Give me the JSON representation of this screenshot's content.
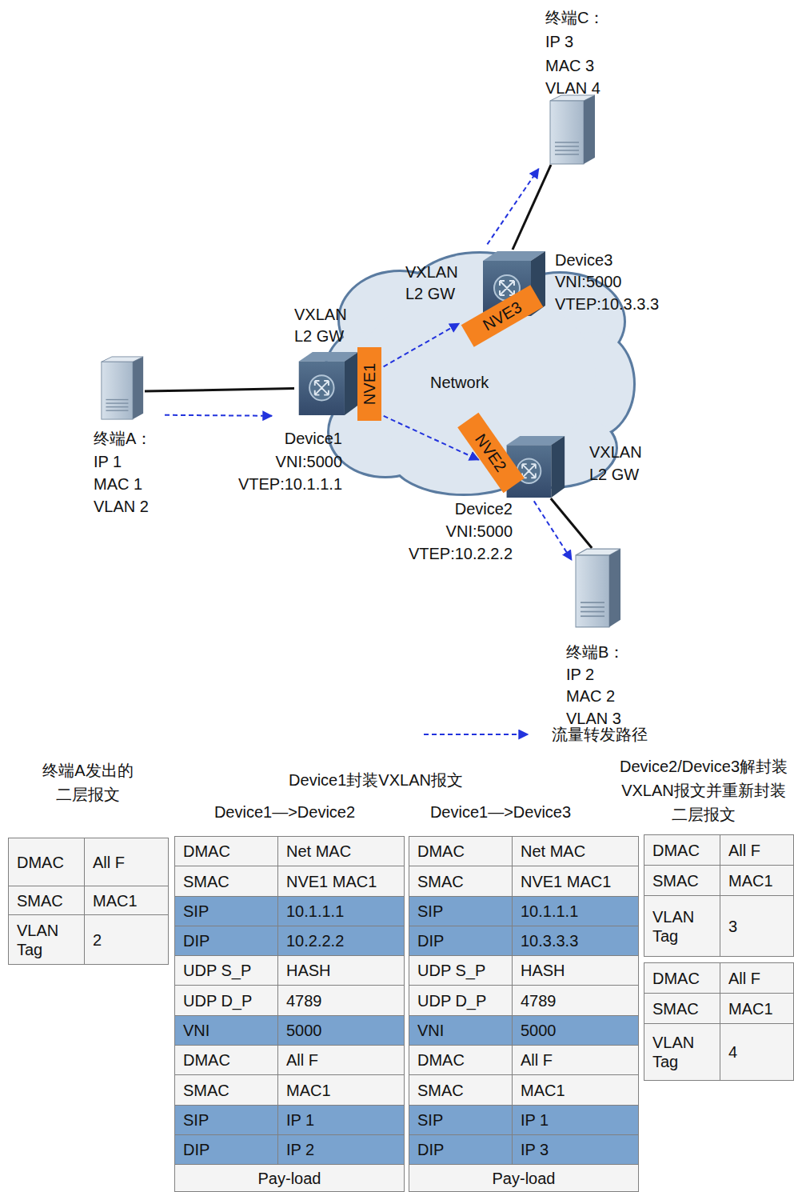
{
  "diagram": {
    "nodes": [
      {
        "text": [
          "终端C：",
          "IP 3",
          "MAC 3",
          "VLAN 4"
        ]
      },
      {
        "text": [
          "VXLAN",
          "L2 GW",
          "Device3",
          "VNI:5000",
          "VTEP:10.3.3.3"
        ]
      },
      {
        "text": [
          "NVE3"
        ]
      },
      {
        "text": [
          "VXLAN",
          "L2 GW",
          "Device1",
          "VNI:5000",
          "VTEP:10.1.1.1"
        ]
      },
      {
        "text": [
          "NVE1"
        ]
      },
      {
        "text": [
          "Network"
        ]
      },
      {
        "text": [
          "终端A：",
          "IP 1",
          "MAC 1",
          "VLAN 2"
        ]
      },
      {
        "text": [
          "NVE2"
        ]
      },
      {
        "text": [
          "VXLAN",
          "L2 GW",
          "Device2",
          "VNI:5000",
          "VTEP:10.2.2.2"
        ]
      },
      {
        "text": [
          "终端B：",
          "IP 2",
          "MAC 2",
          "VLAN 3"
        ]
      }
    ],
    "edges": [
      {
        "from": 6,
        "to": 3,
        "arrow": "none"
      },
      {
        "from": 6,
        "to": 3,
        "arrow": "to"
      },
      {
        "from": 4,
        "to": 2,
        "arrow": "to"
      },
      {
        "from": 4,
        "to": 7,
        "arrow": "to"
      },
      {
        "from": 1,
        "to": 0,
        "arrow": "none"
      },
      {
        "from": 1,
        "to": 0,
        "arrow": "to"
      },
      {
        "from": 8,
        "to": 9,
        "arrow": "none"
      },
      {
        "from": 8,
        "to": 9,
        "arrow": "to"
      }
    ],
    "labels": [
      "终端A发出的 二层报文",
      "Device1封装VXLAN报文",
      "Device1—>Device2",
      "Device1—>Device3",
      "Device2/Device3解封装 VXLAN报文并重新封装 二层报文",
      "DMAC",
      "All F",
      "SMAC",
      "MAC1",
      "VLAN Tag",
      "2",
      "DMAC",
      "Net MAC",
      "SMAC",
      "NVE1 MAC1",
      "SIP",
      "10.1.1.1",
      "DIP",
      "10.2.2.2",
      "UDP S_P",
      "HASH",
      "UDP D_P",
      "4789",
      "VNI",
      "5000",
      "DMAC",
      "All F",
      "SMAC",
      "MAC1",
      "SIP",
      "IP 1",
      "DIP",
      "IP 2",
      "Pay-load",
      "DMAC",
      "Net MAC",
      "SMAC",
      "NVE1 MAC1",
      "SIP",
      "10.1.1.1",
      "DIP",
      "10.3.3.3",
      "UDP S_P",
      "HASH",
      "UDP D_P",
      "4789",
      "VNI",
      "5000",
      "DMAC",
      "All F",
      "SMAC",
      "MAC1",
      "SIP",
      "IP 1",
      "DIP",
      "IP 3",
      "Pay-load",
      "DMAC",
      "All F",
      "SMAC",
      "MAC1",
      "VLAN Tag",
      "3",
      "DMAC",
      "All F",
      "SMAC",
      "MAC1",
      "VLAN Tag",
      "4"
    ],
    "legend": [
      {
        "text": "流量转发路径"
      }
    ]
  }
}
